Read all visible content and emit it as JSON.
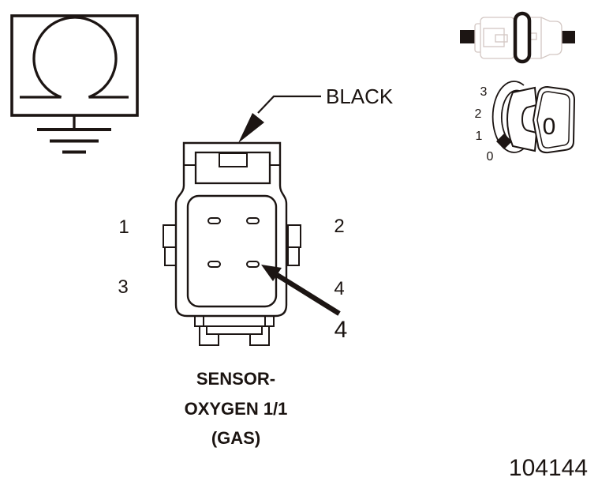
{
  "diagram": {
    "figure_number": "104144",
    "caption": {
      "line1": "SENSOR-",
      "line2": "OXYGEN 1/1",
      "line3": "(GAS)"
    },
    "wire_callout": {
      "label": "BLACK"
    },
    "pin_callout": {
      "label": "4"
    },
    "connector_face": {
      "pin_labels": [
        "1",
        "2",
        "3",
        "4"
      ]
    },
    "keying_dial": {
      "scale_labels": [
        "3",
        "2",
        "1",
        "0"
      ],
      "face_label": "0"
    },
    "colors": {
      "line": "#1c1513",
      "light_outline": "#d3c7c3",
      "black_fill": "#111111",
      "background": "#ffffff"
    }
  }
}
